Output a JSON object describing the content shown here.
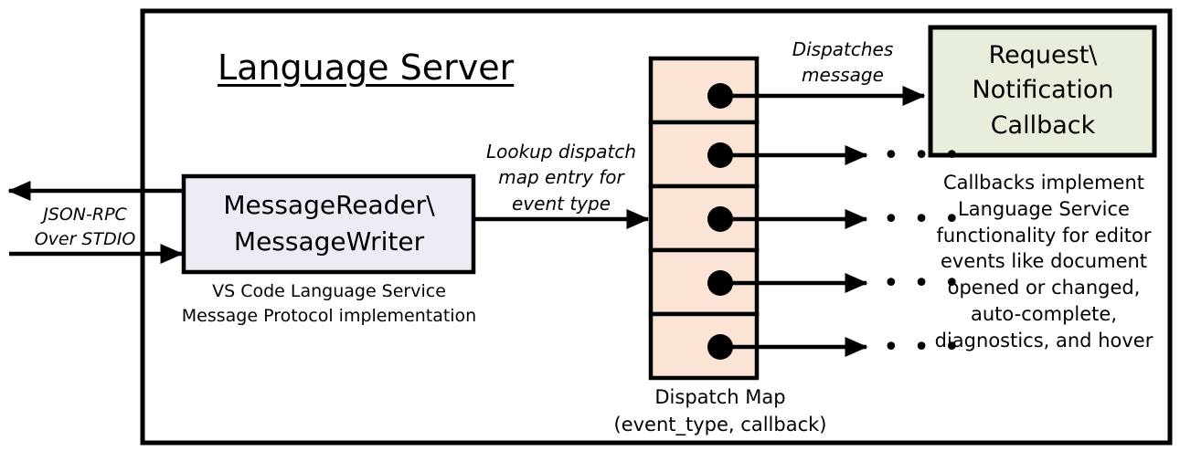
{
  "diagram": {
    "title": "Language Server",
    "frame": {
      "name": "language-server-boundary"
    },
    "left_interface": {
      "label": "JSON-RPC\nOver STDIO",
      "outbound_arrow": "outbound-jsonrpc-arrow",
      "inbound_arrow": "inbound-jsonrpc-arrow"
    },
    "reader_box": {
      "label": "MessageReader\\\nMessageWriter",
      "caption": "VS Code Language Service\nMessage Protocol implementation",
      "fill": "#EDEBF4",
      "stroke": "#000000"
    },
    "lookup_edge": {
      "label": "Lookup dispatch\nmap entry for\nevent type"
    },
    "dispatch_map": {
      "caption": "Dispatch Map\n(event_type, callback)",
      "fill": "#FBE4D5",
      "stroke": "#000000",
      "rows": [
        {
          "id": "row-1",
          "has_ellipsis": false
        },
        {
          "id": "row-2",
          "has_ellipsis": true
        },
        {
          "id": "row-3",
          "has_ellipsis": true
        },
        {
          "id": "row-4",
          "has_ellipsis": true
        },
        {
          "id": "row-5",
          "has_ellipsis": true
        }
      ],
      "ellipsis_glyph": "• • •"
    },
    "dispatch_edge": {
      "label": "Dispatches\nmessage"
    },
    "callback_box": {
      "label": "Request\\\nNotification\nCallback",
      "caption": "Callbacks implement\nLanguage Service\nfunctionality for editor\nevents like document\nopened or changed,\nauto-complete,\ndiagnostics, and hover",
      "fill": "#E7EEDC",
      "stroke": "#000000"
    }
  }
}
